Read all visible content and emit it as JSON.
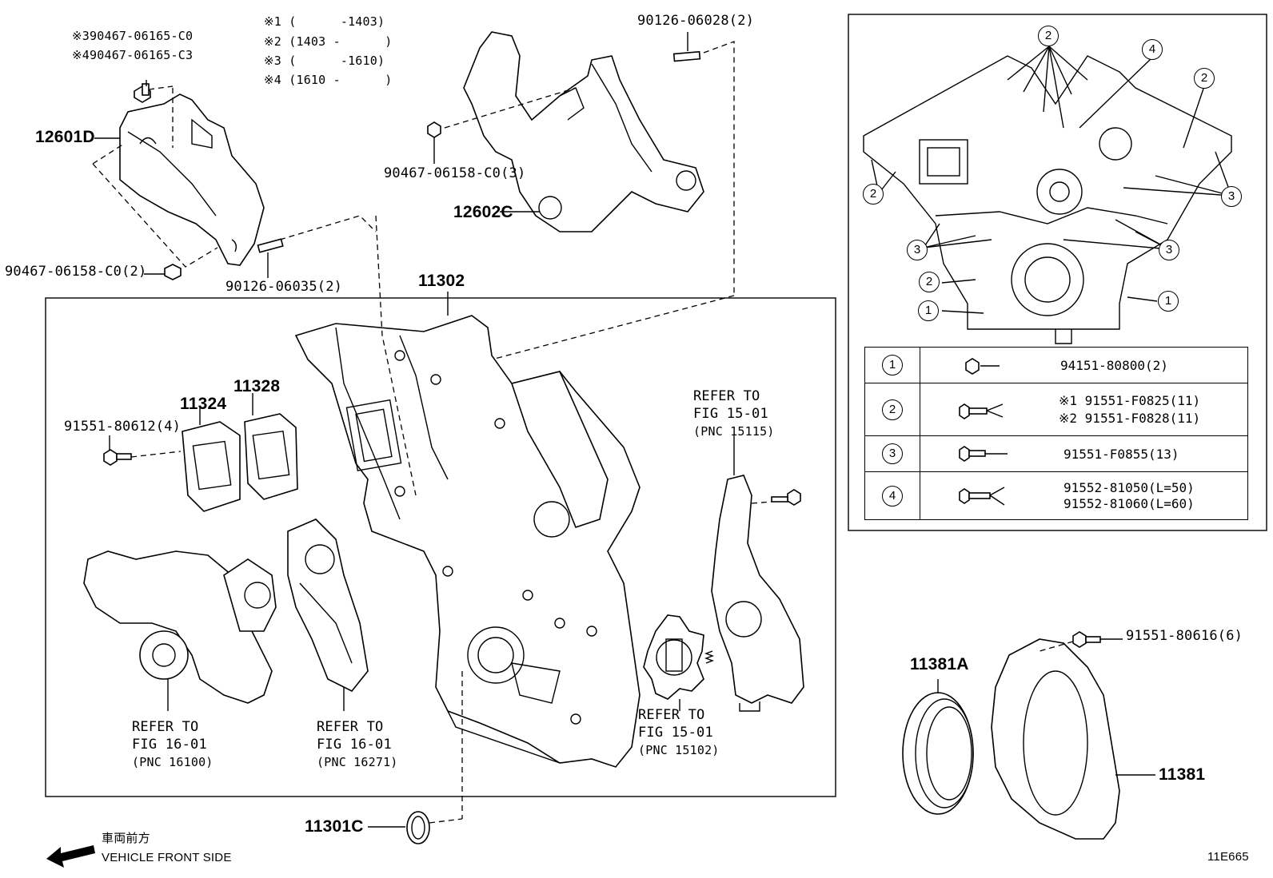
{
  "notes": {
    "n1": "※1 (      -1403)",
    "n2": "※2 (1403 -      )",
    "n3": "※3 (      -1610)",
    "n4": "※4 (1610 -      )"
  },
  "parts": {
    "p12601D": "12601D",
    "p12602C": "12602C",
    "p11302": "11302",
    "p11324": "11324",
    "p11328": "11328",
    "p11301C": "11301C",
    "p11381A": "11381A",
    "p11381": "11381",
    "bolt1": "※390467-06165-C0",
    "bolt2": "※490467-06165-C3",
    "bolt3": "90467-06158-C0(2)",
    "stud1": "90126-06035(2)",
    "stud2": "90126-06028(2)",
    "bolt4": "90467-06158-C0(3)",
    "bolt5": "91551-80612(4)",
    "bolt6": "91551-80616(6)"
  },
  "refs": {
    "r1": {
      "l1": "REFER TO",
      "l2": "FIG 15-01",
      "l3": "(PNC 15115)"
    },
    "r2": {
      "l1": "REFER TO",
      "l2": "FIG 15-01",
      "l3": "(PNC 15102)"
    },
    "r3": {
      "l1": "REFER TO",
      "l2": "FIG 16-01",
      "l3": "(PNC 16100)"
    },
    "r4": {
      "l1": "REFER TO",
      "l2": "FIG 16-01",
      "l3": "(PNC 16271)"
    }
  },
  "legend": [
    {
      "num": "1",
      "parts": [
        "94151-80800(2)"
      ]
    },
    {
      "num": "2",
      "parts": [
        "※1 91551-F0825(11)",
        "※2 91551-F0828(11)"
      ]
    },
    {
      "num": "3",
      "parts": [
        "91551-F0855(13)"
      ]
    },
    {
      "num": "4",
      "parts": [
        "91552-81050(L=50)",
        "91552-81060(L=60)"
      ]
    }
  ],
  "inset_markers": {
    "a": "2",
    "b": "4",
    "c": "2",
    "d": "2",
    "e": "3",
    "f": "3",
    "g": "3",
    "h": "2",
    "i": "1",
    "j": "1"
  },
  "footer": {
    "jp": "車両前方",
    "en": "VEHICLE FRONT SIDE",
    "code": "11E665"
  }
}
